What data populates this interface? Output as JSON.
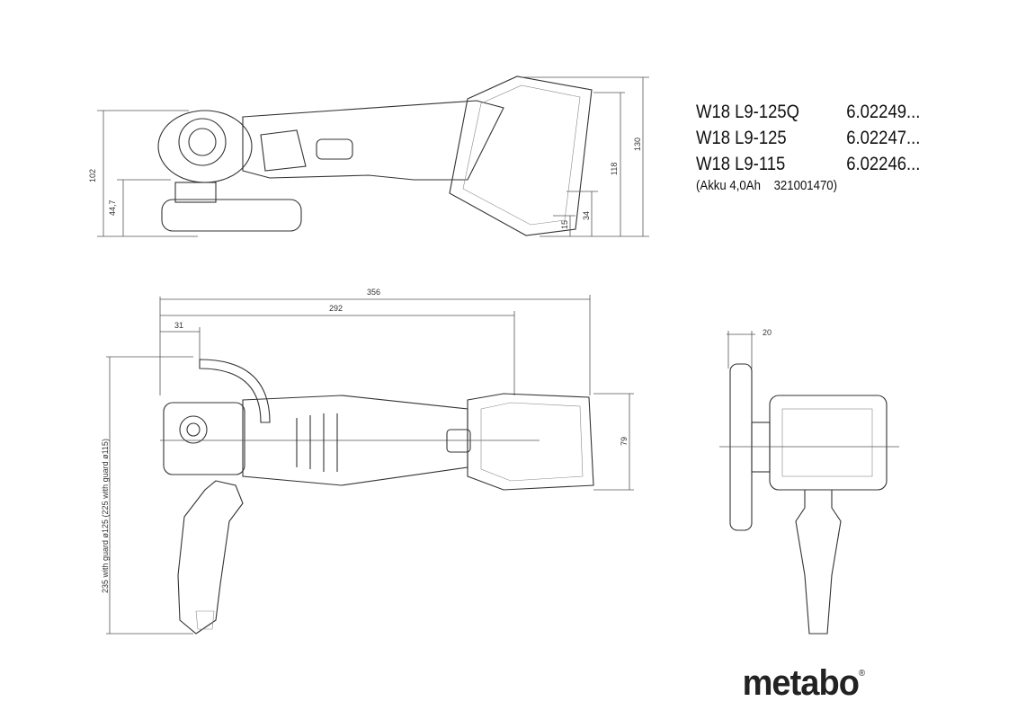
{
  "models": [
    {
      "name": "W18 L9-125Q",
      "number": "6.02249..."
    },
    {
      "name": "W18 L9-125",
      "number": "6.02247..."
    },
    {
      "name": "W18 L9-115",
      "number": "6.02246..."
    }
  ],
  "battery_note": "(Akku 4,0Ah    321001470)",
  "dimensions": {
    "side_height_total": "102",
    "side_spindle_height": "44,7",
    "side_battery_height": "118",
    "side_overall_height": "130",
    "side_offset_small": "15",
    "side_offset_battery": "34",
    "top_length_total": "356",
    "top_length_body": "292",
    "top_guard_offset": "31",
    "top_battery_width": "79",
    "top_handle_length": "235 with guard ø125  (225 with guard ø115)",
    "front_guard_depth": "20"
  },
  "brand": {
    "name": "metabo",
    "mark": "®"
  }
}
